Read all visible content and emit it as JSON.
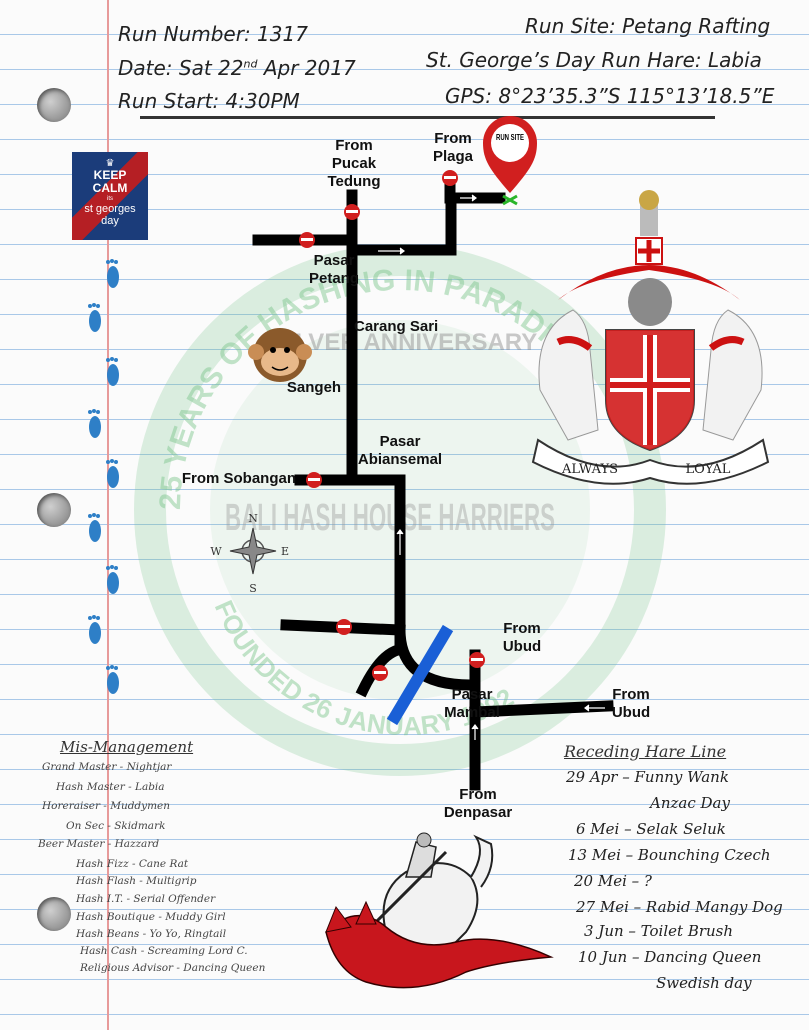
{
  "header": {
    "run_number": "Run Number: 1317",
    "date_prefix": "Date: Sat 22",
    "date_sup": "nd",
    "date_suffix": " Apr 2017",
    "run_start": "Run Start: 4:30PM",
    "run_site": "Run Site: Petang Rafting",
    "run_name_hare": "St. George’s Day Run  Hare: Labia",
    "gps": "GPS: 8°23’35.3”S 115°13’18.5”E"
  },
  "keep_calm": {
    "line1": "KEEP",
    "line2": "CALM",
    "line3": "its",
    "line4": "st georges",
    "line5": "day"
  },
  "map": {
    "run_site_badge": "RUN SITE",
    "labels": {
      "from_plaga": "From Plaga",
      "from_pucak_tedung": "From Pucak Tedung",
      "pasar_petang": "Pasar Petang",
      "carang_sari": "Carang Sari",
      "sangeh": "Sangeh",
      "pasar_abiansemal": "Pasar Abiansemal",
      "from_sobangan": "From Sobangan",
      "from_ubud_1": "From Ubud",
      "from_ubud_2": "From Ubud",
      "pasar_mambal": "Pasar Mambal",
      "from_denpasar": "From Denpasar"
    },
    "compass": {
      "n": "N",
      "s": "S",
      "e": "E",
      "w": "W"
    },
    "watermark": {
      "arc_text": "25 YEARS OF HASHING IN PARADISE",
      "silver": "SILVER ANNIVERSARY",
      "club": "BALI HASH HOUSE HARRIERS",
      "founded": "FOUNDED 26 JANUARY 1992",
      "year": "1992"
    }
  },
  "crest": {
    "motto_left": "ALWAYS",
    "motto_right": "LOYAL"
  },
  "mismanagement": {
    "title": "Mis-Management",
    "lines": [
      "Grand Master - Nightjar",
      "Hash Master - Labia",
      "Horeraiser - Muddymen",
      "On Sec - Skidmark",
      "Beer Master - Hazzard",
      "Hash Fizz - Cane Rat",
      "Hash Flash - Multigrip",
      "Hash I.T. - Serial Offender",
      "Hash Boutique - Muddy Girl",
      "Hash Beans - Yo Yo, Ringtail",
      "Hash Cash - Screaming Lord C.",
      "Religious Advisor - Dancing Queen"
    ]
  },
  "receding_hare_line": {
    "title": "Receding Hare Line",
    "lines": [
      "29 Apr – Funny Wank",
      "Anzac Day",
      "6 Mei – Selak Seluk",
      "13 Mei – Bounching Czech",
      "20 Mei – ?",
      "27 Mei – Rabid Mangy Dog",
      "3 Jun – Toilet Brush",
      "10 Jun – Dancing Queen",
      "Swedish day"
    ]
  },
  "colors": {
    "road": "#000000",
    "river": "#1a5fd6",
    "marker_red": "#d11f1f",
    "margin": "#e79a9a",
    "ruled_line": "#a9c8e8",
    "footprint": "#2e7fc7",
    "watermark_green": "#79c48a"
  }
}
